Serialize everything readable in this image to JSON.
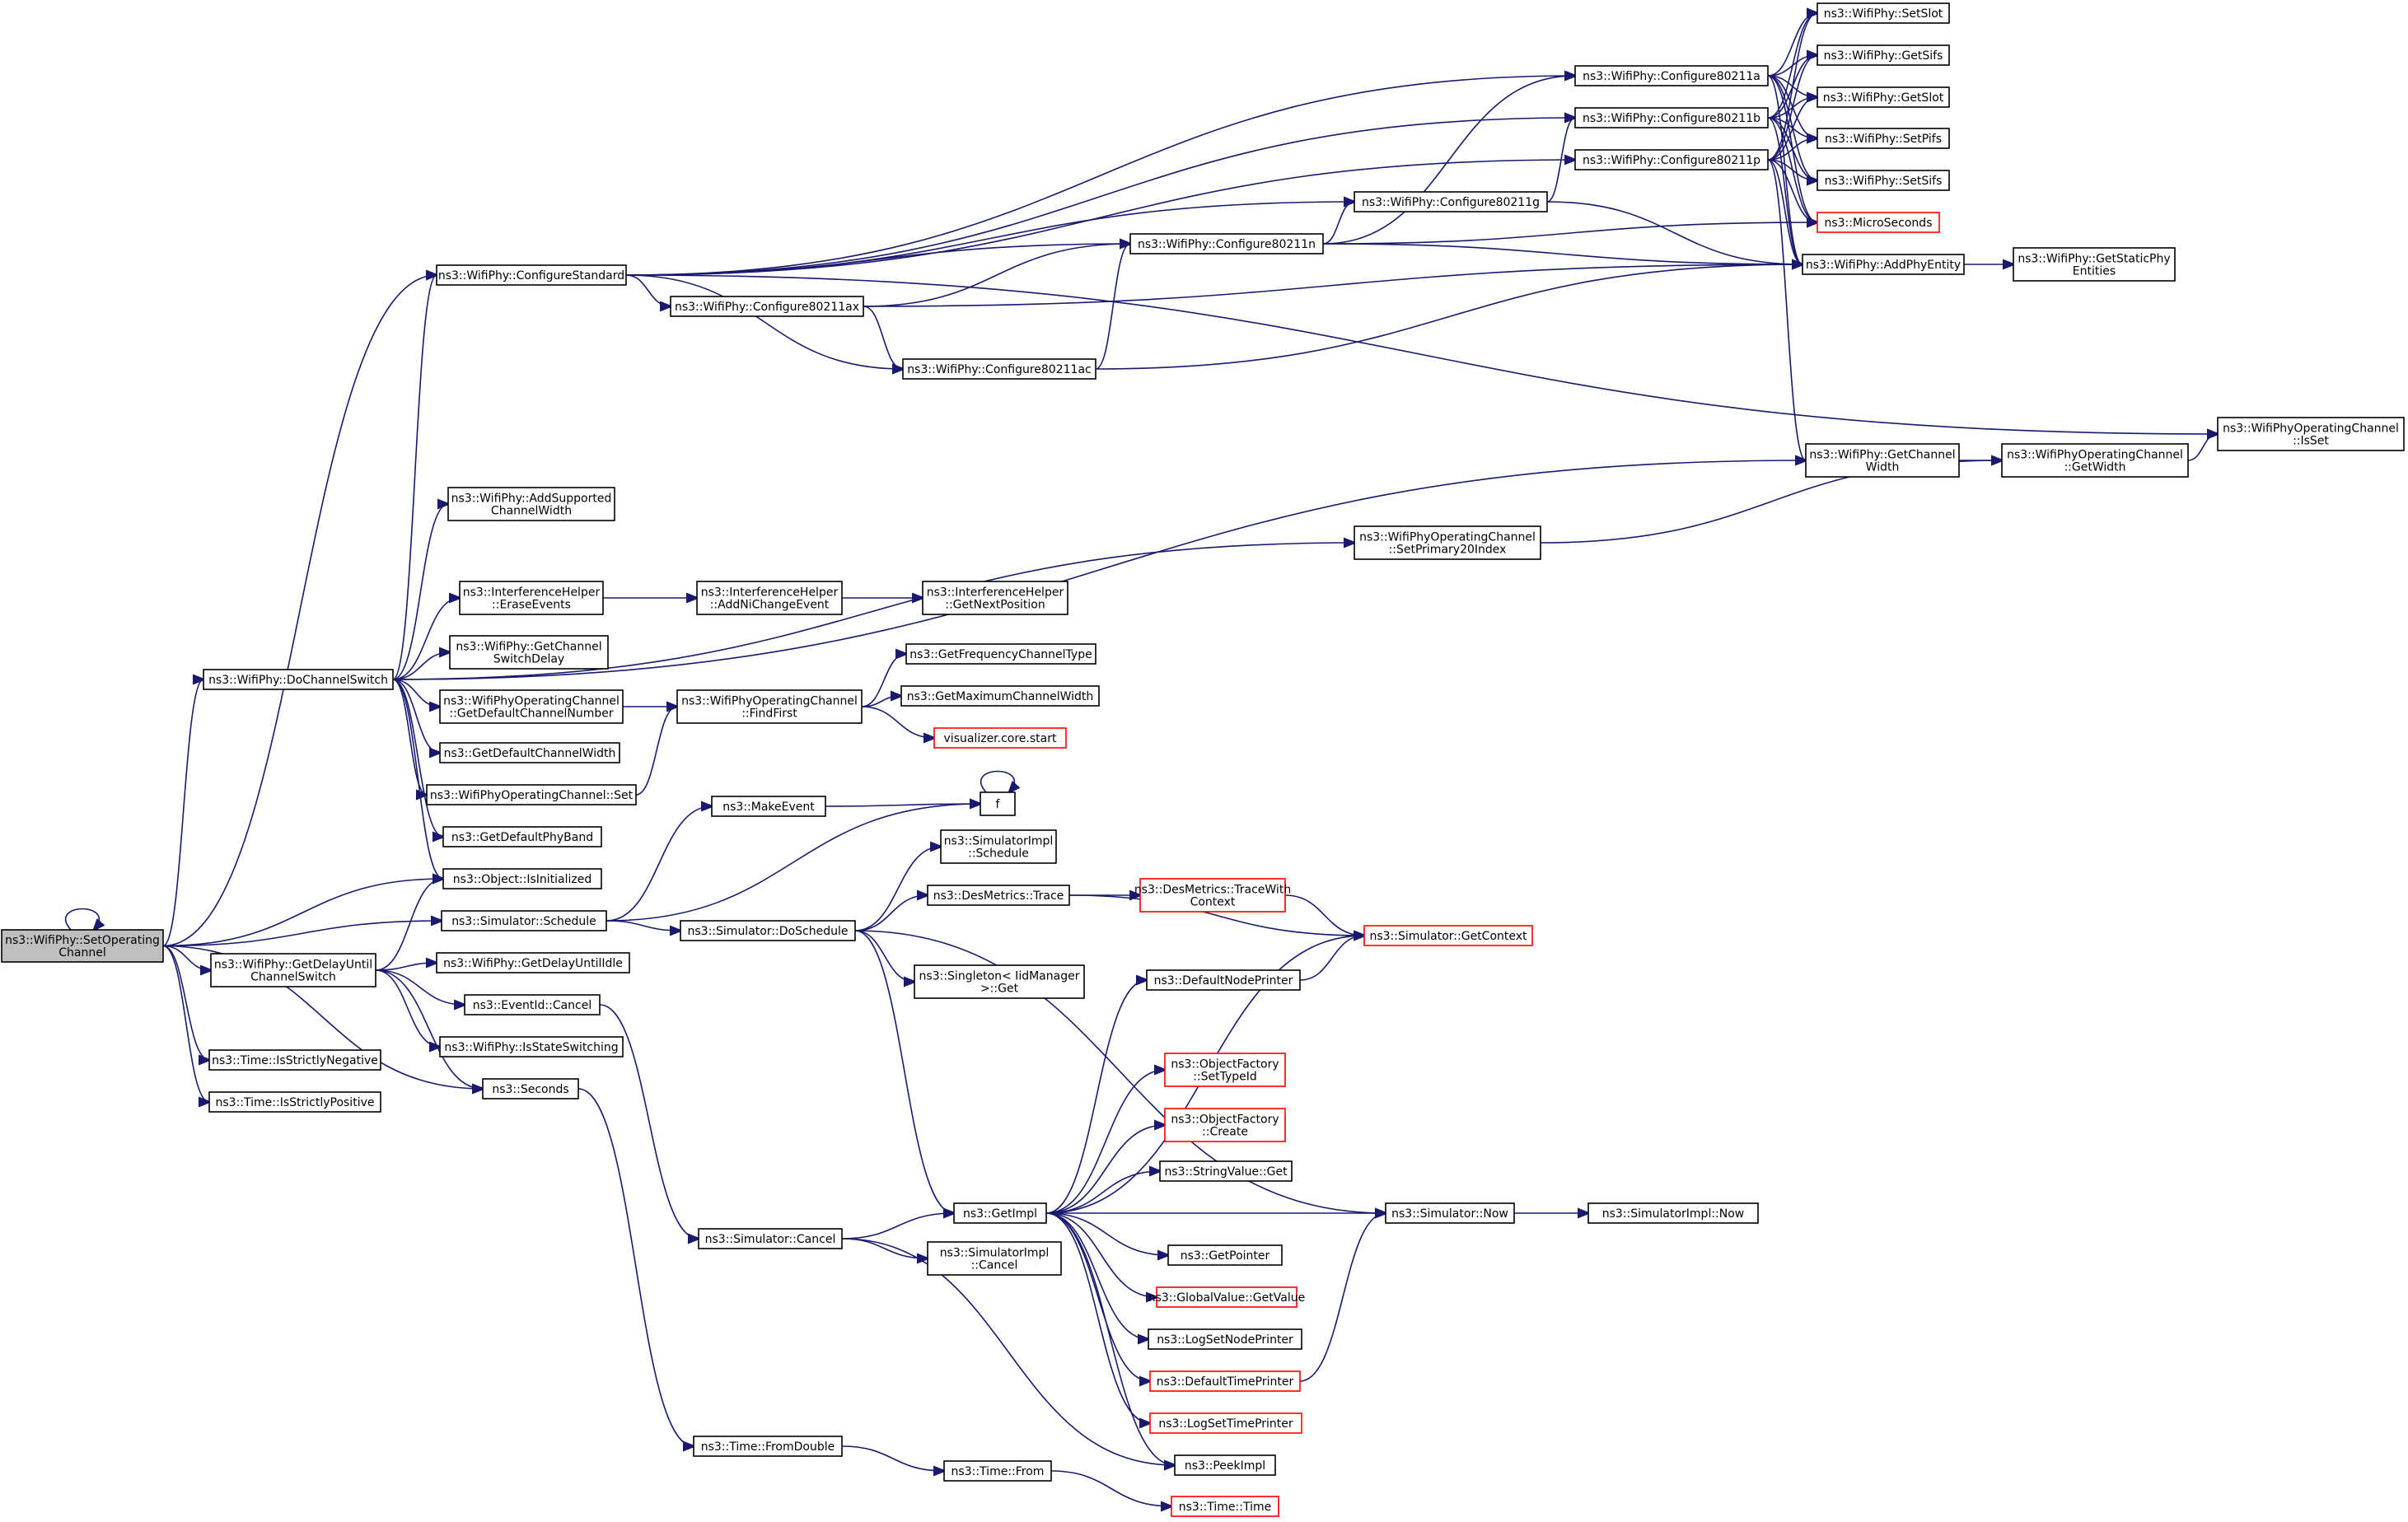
{
  "nodes": [
    {
      "id": "root",
      "lines": [
        "ns3::WifiPhy::SetOperating",
        "Channel"
      ],
      "style": "root"
    },
    {
      "id": "cfgstd",
      "lines": [
        "ns3::WifiPhy::ConfigureStandard"
      ]
    },
    {
      "id": "c11a",
      "lines": [
        "ns3::WifiPhy::Configure80211a"
      ]
    },
    {
      "id": "c11b",
      "lines": [
        "ns3::WifiPhy::Configure80211b"
      ]
    },
    {
      "id": "c11p",
      "lines": [
        "ns3::WifiPhy::Configure80211p"
      ]
    },
    {
      "id": "c11g",
      "lines": [
        "ns3::WifiPhy::Configure80211g"
      ]
    },
    {
      "id": "c11n",
      "lines": [
        "ns3::WifiPhy::Configure80211n"
      ]
    },
    {
      "id": "c11ax",
      "lines": [
        "ns3::WifiPhy::Configure80211ax"
      ]
    },
    {
      "id": "c11ac",
      "lines": [
        "ns3::WifiPhy::Configure80211ac"
      ]
    },
    {
      "id": "setslot",
      "lines": [
        "ns3::WifiPhy::SetSlot"
      ]
    },
    {
      "id": "getsifs",
      "lines": [
        "ns3::WifiPhy::GetSifs"
      ]
    },
    {
      "id": "getslot",
      "lines": [
        "ns3::WifiPhy::GetSlot"
      ]
    },
    {
      "id": "setpifs",
      "lines": [
        "ns3::WifiPhy::SetPifs"
      ]
    },
    {
      "id": "setsifs",
      "lines": [
        "ns3::WifiPhy::SetSifs"
      ]
    },
    {
      "id": "micro",
      "lines": [
        "ns3::MicroSeconds"
      ],
      "style": "red"
    },
    {
      "id": "addphy",
      "lines": [
        "ns3::WifiPhy::AddPhyEntity"
      ]
    },
    {
      "id": "getstatic",
      "lines": [
        "ns3::WifiPhy::GetStaticPhy",
        "Entities"
      ]
    },
    {
      "id": "isset",
      "lines": [
        "ns3::WifiPhyOperatingChannel",
        "::IsSet"
      ]
    },
    {
      "id": "getchw",
      "lines": [
        "ns3::WifiPhy::GetChannel",
        "Width"
      ]
    },
    {
      "id": "getwidth",
      "lines": [
        "ns3::WifiPhyOperatingChannel",
        "::GetWidth"
      ]
    },
    {
      "id": "setprim",
      "lines": [
        "ns3::WifiPhyOperatingChannel",
        "::SetPrimary20Index"
      ]
    },
    {
      "id": "addsup",
      "lines": [
        "ns3::WifiPhy::AddSupported",
        "ChannelWidth"
      ]
    },
    {
      "id": "erase",
      "lines": [
        "ns3::InterferenceHelper",
        "::EraseEvents"
      ]
    },
    {
      "id": "addni",
      "lines": [
        "ns3::InterferenceHelper",
        "::AddNiChangeEvent"
      ]
    },
    {
      "id": "getnext",
      "lines": [
        "ns3::InterferenceHelper",
        "::GetNextPosition"
      ]
    },
    {
      "id": "getchsw",
      "lines": [
        "ns3::WifiPhy::GetChannel",
        "SwitchDelay"
      ]
    },
    {
      "id": "dochsw",
      "lines": [
        "ns3::WifiPhy::DoChannelSwitch"
      ]
    },
    {
      "id": "getdefch",
      "lines": [
        "ns3::WifiPhyOperatingChannel",
        "::GetDefaultChannelNumber"
      ]
    },
    {
      "id": "findfirst",
      "lines": [
        "ns3::WifiPhyOperatingChannel",
        "::FindFirst"
      ]
    },
    {
      "id": "getfreq",
      "lines": [
        "ns3::GetFrequencyChannelType"
      ]
    },
    {
      "id": "getmaxw",
      "lines": [
        "ns3::GetMaximumChannelWidth"
      ]
    },
    {
      "id": "visual",
      "lines": [
        "visualizer.core.start"
      ],
      "style": "red"
    },
    {
      "id": "getdefw",
      "lines": [
        "ns3::GetDefaultChannelWidth"
      ]
    },
    {
      "id": "opset",
      "lines": [
        "ns3::WifiPhyOperatingChannel::Set"
      ]
    },
    {
      "id": "makeev",
      "lines": [
        "ns3::MakeEvent"
      ]
    },
    {
      "id": "f",
      "lines": [
        "f"
      ]
    },
    {
      "id": "getdefband",
      "lines": [
        "ns3::GetDefaultPhyBand"
      ]
    },
    {
      "id": "simimplsched",
      "lines": [
        "ns3::SimulatorImpl",
        "::Schedule"
      ]
    },
    {
      "id": "isinit",
      "lines": [
        "ns3::Object::IsInitialized"
      ]
    },
    {
      "id": "destrace",
      "lines": [
        "ns3::DesMetrics::Trace"
      ]
    },
    {
      "id": "destracectx",
      "lines": [
        "ns3::DesMetrics::TraceWith",
        "Context"
      ],
      "style": "red"
    },
    {
      "id": "simsched",
      "lines": [
        "ns3::Simulator::Schedule"
      ]
    },
    {
      "id": "dosched",
      "lines": [
        "ns3::Simulator::DoSchedule"
      ]
    },
    {
      "id": "getctx",
      "lines": [
        "ns3::Simulator::GetContext"
      ],
      "style": "red"
    },
    {
      "id": "getdelay",
      "lines": [
        "ns3::WifiPhy::GetDelayUntil",
        "ChannelSwitch"
      ]
    },
    {
      "id": "getidle",
      "lines": [
        "ns3::WifiPhy::GetDelayUntilIdle"
      ]
    },
    {
      "id": "singleton",
      "lines": [
        "ns3::Singleton< IidManager",
        " >::Get"
      ]
    },
    {
      "id": "defnode",
      "lines": [
        "ns3::DefaultNodePrinter"
      ]
    },
    {
      "id": "evcancel",
      "lines": [
        "ns3::EventId::Cancel"
      ]
    },
    {
      "id": "isstate",
      "lines": [
        "ns3::WifiPhy::IsStateSwitching"
      ]
    },
    {
      "id": "isneg",
      "lines": [
        "ns3::Time::IsStrictlyNegative"
      ]
    },
    {
      "id": "objsettype",
      "lines": [
        "ns3::ObjectFactory",
        "::SetTypeId"
      ],
      "style": "red"
    },
    {
      "id": "seconds",
      "lines": [
        "ns3::Seconds"
      ]
    },
    {
      "id": "ispos",
      "lines": [
        "ns3::Time::IsStrictlyPositive"
      ]
    },
    {
      "id": "objcreate",
      "lines": [
        "ns3::ObjectFactory",
        "::Create"
      ],
      "style": "red"
    },
    {
      "id": "strget",
      "lines": [
        "ns3::StringValue::Get"
      ]
    },
    {
      "id": "getimpl",
      "lines": [
        "ns3::GetImpl"
      ]
    },
    {
      "id": "simnow",
      "lines": [
        "ns3::Simulator::Now"
      ]
    },
    {
      "id": "implnow",
      "lines": [
        "ns3::SimulatorImpl::Now"
      ]
    },
    {
      "id": "simcancel",
      "lines": [
        "ns3::Simulator::Cancel"
      ]
    },
    {
      "id": "implcancel",
      "lines": [
        "ns3::SimulatorImpl",
        "::Cancel"
      ]
    },
    {
      "id": "getptr",
      "lines": [
        "ns3::GetPointer"
      ]
    },
    {
      "id": "gvget",
      "lines": [
        "ns3::GlobalValue::GetValue"
      ],
      "style": "red"
    },
    {
      "id": "logsetnode",
      "lines": [
        "ns3::LogSetNodePrinter"
      ]
    },
    {
      "id": "deftime",
      "lines": [
        "ns3::DefaultTimePrinter"
      ],
      "style": "red"
    },
    {
      "id": "logsettime",
      "lines": [
        "ns3::LogSetTimePrinter"
      ],
      "style": "red"
    },
    {
      "id": "fromdouble",
      "lines": [
        "ns3::Time::FromDouble"
      ]
    },
    {
      "id": "peek",
      "lines": [
        "ns3::PeekImpl"
      ]
    },
    {
      "id": "timefrom",
      "lines": [
        "ns3::Time::From"
      ]
    },
    {
      "id": "timetime",
      "lines": [
        "ns3::Time::Time"
      ],
      "style": "red"
    }
  ],
  "edges": [
    [
      "root",
      "root"
    ],
    [
      "root",
      "cfgstd"
    ],
    [
      "root",
      "dochsw"
    ],
    [
      "root",
      "isinit"
    ],
    [
      "root",
      "simsched"
    ],
    [
      "root",
      "getdelay"
    ],
    [
      "root",
      "isneg"
    ],
    [
      "root",
      "ispos"
    ],
    [
      "root",
      "seconds"
    ],
    [
      "cfgstd",
      "c11a"
    ],
    [
      "cfgstd",
      "c11b"
    ],
    [
      "cfgstd",
      "c11p"
    ],
    [
      "cfgstd",
      "c11g"
    ],
    [
      "cfgstd",
      "c11n"
    ],
    [
      "cfgstd",
      "c11ax"
    ],
    [
      "cfgstd",
      "c11ac"
    ],
    [
      "cfgstd",
      "isset"
    ],
    [
      "c11a",
      "setslot"
    ],
    [
      "c11a",
      "getsifs"
    ],
    [
      "c11a",
      "getslot"
    ],
    [
      "c11a",
      "setpifs"
    ],
    [
      "c11a",
      "setsifs"
    ],
    [
      "c11a",
      "micro"
    ],
    [
      "c11a",
      "addphy"
    ],
    [
      "c11b",
      "setslot"
    ],
    [
      "c11b",
      "getsifs"
    ],
    [
      "c11b",
      "getslot"
    ],
    [
      "c11b",
      "setpifs"
    ],
    [
      "c11b",
      "setsifs"
    ],
    [
      "c11b",
      "micro"
    ],
    [
      "c11b",
      "addphy"
    ],
    [
      "c11p",
      "setslot"
    ],
    [
      "c11p",
      "getsifs"
    ],
    [
      "c11p",
      "getslot"
    ],
    [
      "c11p",
      "setpifs"
    ],
    [
      "c11p",
      "setsifs"
    ],
    [
      "c11p",
      "micro"
    ],
    [
      "c11p",
      "addphy"
    ],
    [
      "c11p",
      "getchw"
    ],
    [
      "c11g",
      "c11b"
    ],
    [
      "c11g",
      "addphy"
    ],
    [
      "c11n",
      "c11a"
    ],
    [
      "c11n",
      "c11g"
    ],
    [
      "c11n",
      "micro"
    ],
    [
      "c11n",
      "addphy"
    ],
    [
      "c11ax",
      "c11n"
    ],
    [
      "c11ax",
      "c11ac"
    ],
    [
      "c11ax",
      "addphy"
    ],
    [
      "c11ac",
      "c11n"
    ],
    [
      "c11ac",
      "addphy"
    ],
    [
      "addphy",
      "getstatic"
    ],
    [
      "getchw",
      "getwidth"
    ],
    [
      "getwidth",
      "isset"
    ],
    [
      "setprim",
      "getwidth"
    ],
    [
      "dochsw",
      "cfgstd"
    ],
    [
      "dochsw",
      "getchw"
    ],
    [
      "dochsw",
      "addsup"
    ],
    [
      "dochsw",
      "setprim"
    ],
    [
      "dochsw",
      "erase"
    ],
    [
      "dochsw",
      "getchsw"
    ],
    [
      "dochsw",
      "getdefch"
    ],
    [
      "dochsw",
      "getdefw"
    ],
    [
      "dochsw",
      "opset"
    ],
    [
      "dochsw",
      "getdefband"
    ],
    [
      "dochsw",
      "isinit"
    ],
    [
      "erase",
      "addni"
    ],
    [
      "addni",
      "getnext"
    ],
    [
      "getdefch",
      "findfirst"
    ],
    [
      "opset",
      "findfirst"
    ],
    [
      "findfirst",
      "getfreq"
    ],
    [
      "findfirst",
      "getmaxw"
    ],
    [
      "findfirst",
      "visual"
    ],
    [
      "makeev",
      "f"
    ],
    [
      "f",
      "f"
    ],
    [
      "simsched",
      "makeev"
    ],
    [
      "simsched",
      "f"
    ],
    [
      "simsched",
      "dosched"
    ],
    [
      "dosched",
      "simimplsched"
    ],
    [
      "dosched",
      "destrace"
    ],
    [
      "dosched",
      "singleton"
    ],
    [
      "dosched",
      "getimpl"
    ],
    [
      "dosched",
      "simnow"
    ],
    [
      "destrace",
      "destracectx"
    ],
    [
      "destrace",
      "getctx"
    ],
    [
      "destracectx",
      "getctx"
    ],
    [
      "getdelay",
      "isinit"
    ],
    [
      "getdelay",
      "getidle"
    ],
    [
      "getdelay",
      "evcancel"
    ],
    [
      "getdelay",
      "isstate"
    ],
    [
      "getdelay",
      "seconds"
    ],
    [
      "evcancel",
      "simcancel"
    ],
    [
      "seconds",
      "fromdouble"
    ],
    [
      "simcancel",
      "getimpl"
    ],
    [
      "simcancel",
      "implcancel"
    ],
    [
      "simcancel",
      "peek"
    ],
    [
      "getimpl",
      "defnode"
    ],
    [
      "getimpl",
      "getctx"
    ],
    [
      "getimpl",
      "objsettype"
    ],
    [
      "getimpl",
      "objcreate"
    ],
    [
      "getimpl",
      "strget"
    ],
    [
      "getimpl",
      "simnow"
    ],
    [
      "getimpl",
      "getptr"
    ],
    [
      "getimpl",
      "gvget"
    ],
    [
      "getimpl",
      "logsetnode"
    ],
    [
      "getimpl",
      "deftime"
    ],
    [
      "getimpl",
      "logsettime"
    ],
    [
      "getimpl",
      "peek"
    ],
    [
      "defnode",
      "getctx"
    ],
    [
      "deftime",
      "simnow"
    ],
    [
      "simnow",
      "implnow"
    ],
    [
      "fromdouble",
      "timefrom"
    ],
    [
      "timefrom",
      "timetime"
    ]
  ]
}
